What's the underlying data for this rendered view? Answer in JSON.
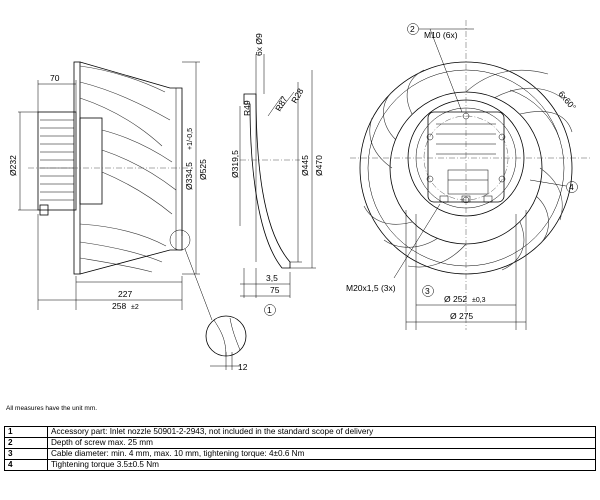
{
  "side_view": {
    "dim_70": "70",
    "dim_232": "Ø232",
    "dim_334": "Ø334,5",
    "dim_334_tol": "+1/-0,5",
    "dim_525": "Ø525",
    "dim_227": "227",
    "dim_258": "258",
    "dim_258_tol": "±2",
    "dim_12": "12"
  },
  "nozzle_view": {
    "dim_6x9": "6x Ø9",
    "dim_r49": "R49",
    "dim_r87": "R87",
    "dim_r28": "R28",
    "dim_319": "Ø319,5",
    "dim_445": "Ø445",
    "dim_470": "Ø470",
    "dim_3_5": "3,5",
    "dim_75": "75",
    "callout": "1"
  },
  "front_view": {
    "callout_2": "2",
    "m10": "M10 (6x)",
    "angle": "6x60°",
    "callout_4": "4",
    "m20": "M20x1,5 (3x)",
    "callout_3": "3",
    "dim_252": "Ø 252",
    "dim_252_tol": "±0,3",
    "dim_275": "Ø 275"
  },
  "note": "All measures have the unit mm.",
  "notes": [
    {
      "num": "1",
      "text": "Accessory part: Inlet nozzle 50901-2-2943, not included in the standard scope of delivery"
    },
    {
      "num": "2",
      "text": "Depth of screw max. 25 mm"
    },
    {
      "num": "3",
      "text": "Cable diameter: min. 4 mm, max. 10 mm, tightening torque: 4±0.6 Nm"
    },
    {
      "num": "4",
      "text": "Tightening torque 3.5±0.5 Nm"
    }
  ]
}
